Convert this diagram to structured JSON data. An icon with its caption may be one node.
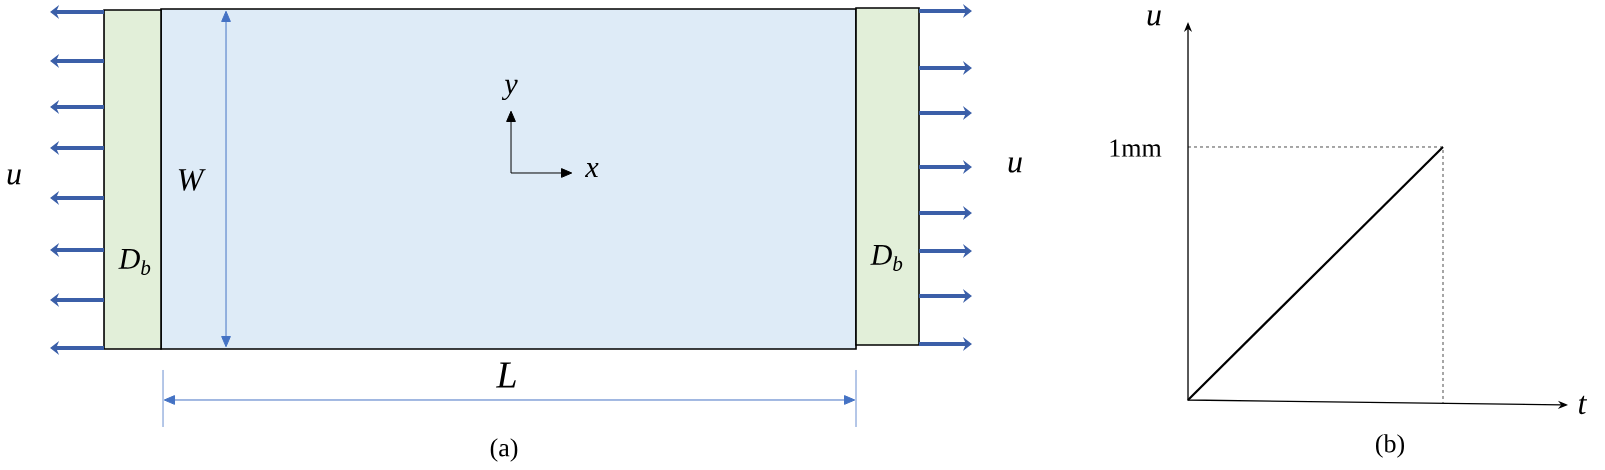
{
  "diagram": {
    "nodes": [
      {
        "text": [
          "D$_{b}$"
        ]
      },
      {
        "text": [],
        "shape": "box"
      },
      {
        "text": [
          "D$_{b}$"
        ]
      }
    ],
    "labels": [
      "u",
      "W",
      "y",
      "x",
      "u",
      "L",
      "(a)",
      "u",
      "1mm",
      "t",
      "(b)"
    ]
  }
}
